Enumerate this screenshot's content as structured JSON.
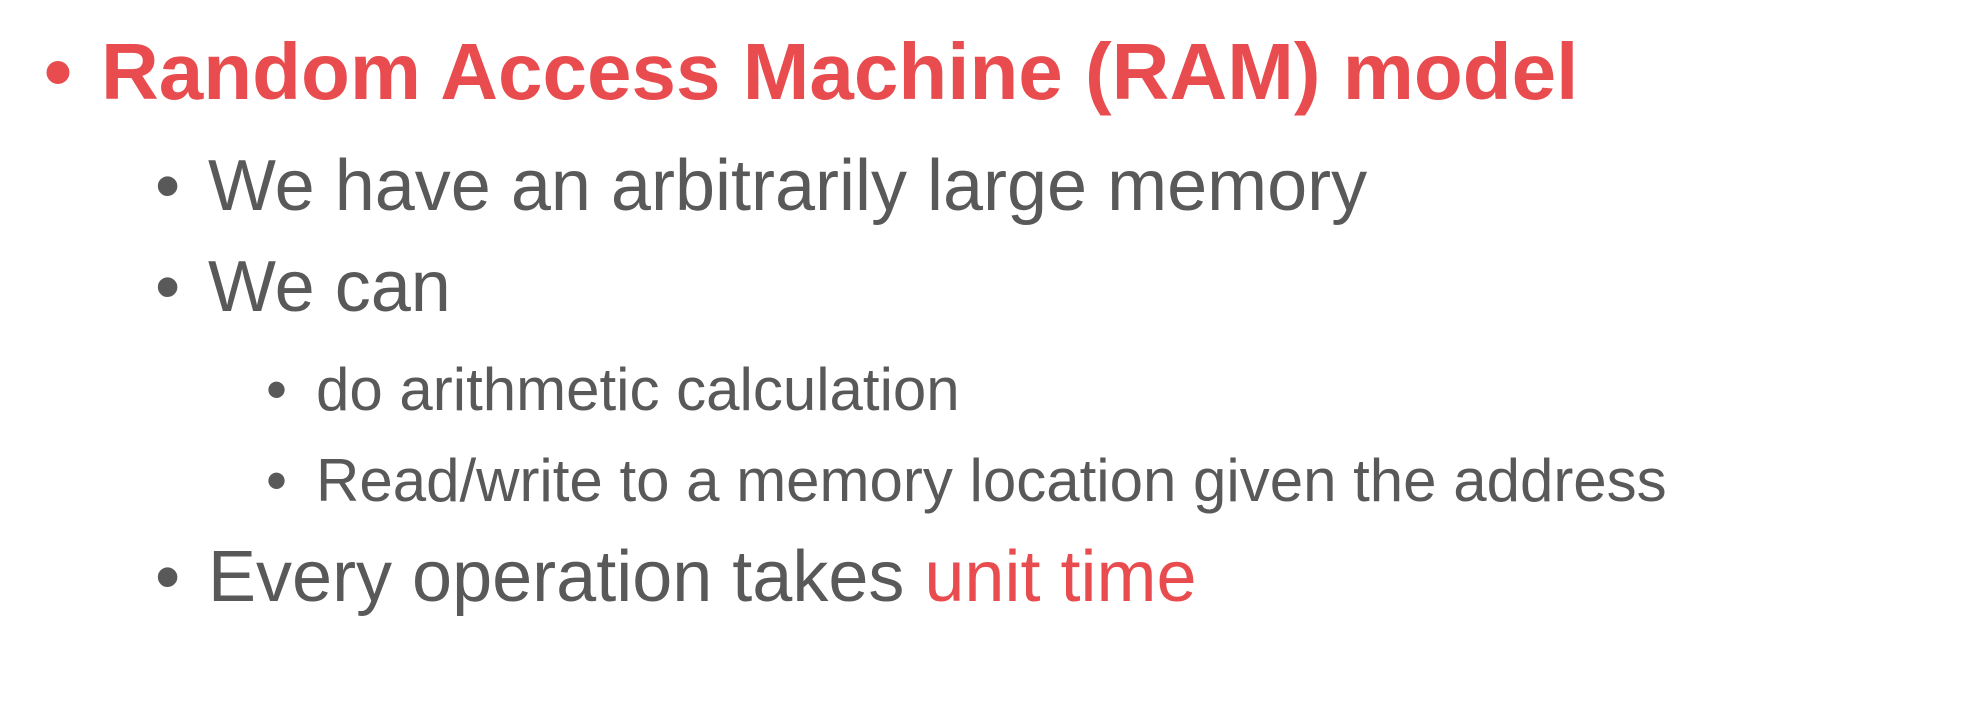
{
  "slide": {
    "bullet_char": "•",
    "title": "Random Access Machine (RAM) model",
    "items": [
      {
        "text": "We have an arbitrarily large memory"
      },
      {
        "text": "We can"
      },
      {
        "text": "do arithmetic calculation"
      },
      {
        "text": "Read/write to a memory location given the address"
      },
      {
        "text": "Every operation takes ",
        "highlight": "unit time"
      }
    ]
  },
  "colors": {
    "accent": "#e84c4f",
    "text": "#595959"
  }
}
